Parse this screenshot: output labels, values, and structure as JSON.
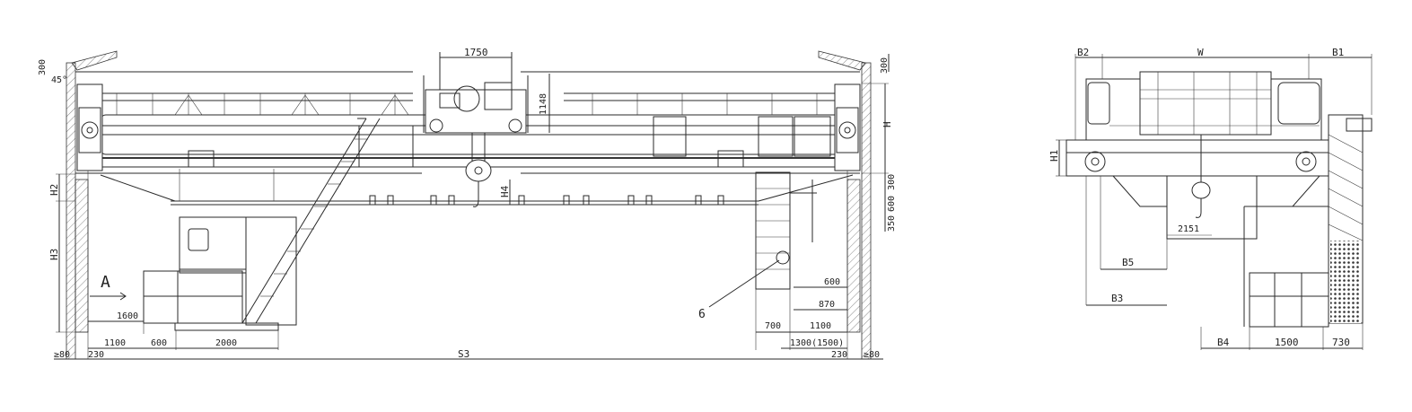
{
  "title": "",
  "front_view": {
    "dimensions": {
      "trolley_width": "1750",
      "top_left_300": "300",
      "top_right_300": "300",
      "angle": "45°",
      "h": "H",
      "h2": "H2",
      "h3": "H3",
      "h4": "H4",
      "v_1148": "1148",
      "v_600_300": "600 300",
      "v_350": "350",
      "label_a": "A",
      "d_1600": "1600",
      "d_600_right": "600",
      "d_870": "870",
      "d_700": "700",
      "d_1100_right": "1100",
      "leader_6": "6",
      "d_1100": "1100",
      "d_600": "600",
      "d_2000": "2000",
      "d_1300": "1300(1500)",
      "d_80_left": "≥80",
      "d_230_left": "230",
      "span": "S3",
      "d_230_right": "230",
      "d_80_right": "≥80"
    }
  },
  "side_view": {
    "dimensions": {
      "b2": "B2",
      "w": "W",
      "b1": "B1",
      "h1": "H1",
      "d_2151": "2151",
      "b5": "B5",
      "b3": "B3",
      "b4": "B4",
      "d_1500": "1500",
      "d_730": "730"
    }
  }
}
